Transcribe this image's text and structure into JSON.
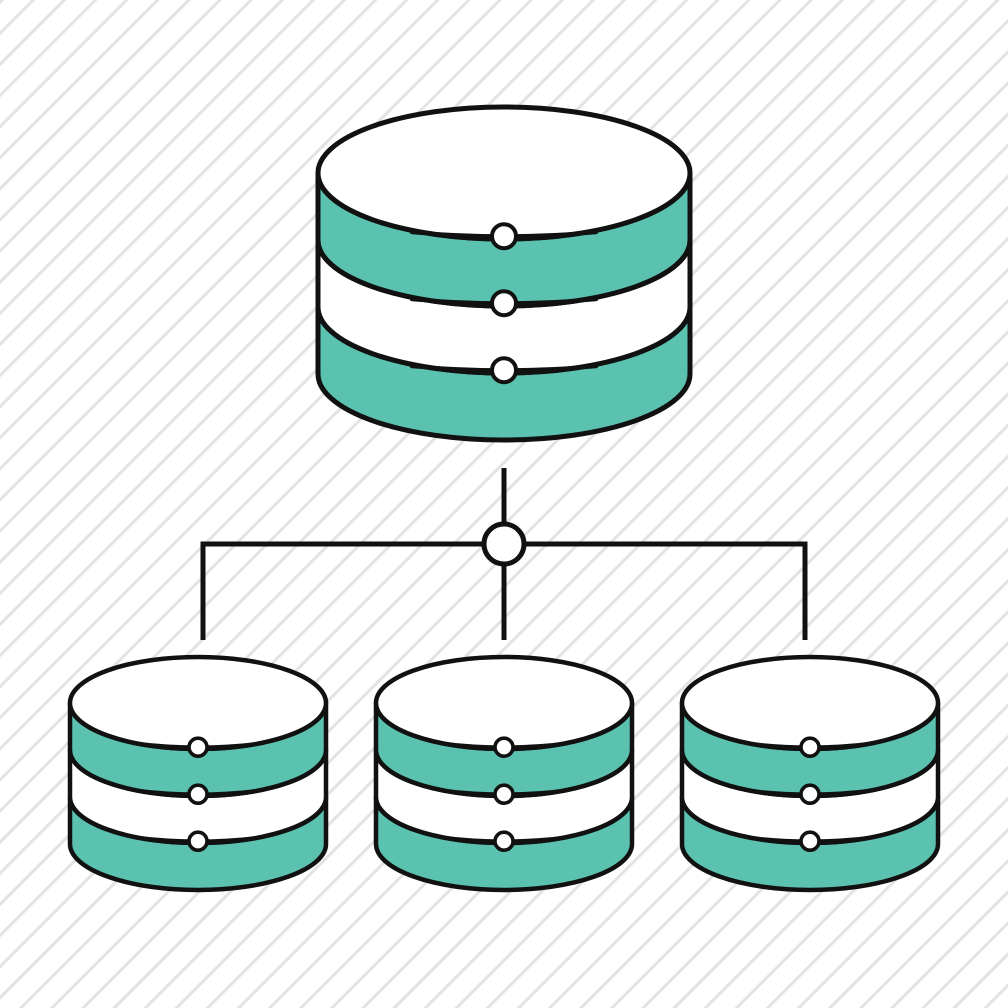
{
  "icon": "database-network-icon",
  "colors": {
    "background": "#ffffff",
    "stripe": "#e3e3e3",
    "outline": "#111111",
    "fill_accent": "#5cc2b0",
    "fill_light": "#ffffff"
  },
  "central_database": {
    "icon": "database-icon",
    "layers": 3,
    "layer_fills": [
      "fill_accent",
      "fill_light",
      "fill_accent"
    ]
  },
  "connector": {
    "icon": "network-hub-icon",
    "branches": 3
  },
  "child_databases": [
    {
      "icon": "database-icon",
      "layers": 3
    },
    {
      "icon": "database-icon",
      "layers": 3
    },
    {
      "icon": "database-icon",
      "layers": 3
    }
  ]
}
